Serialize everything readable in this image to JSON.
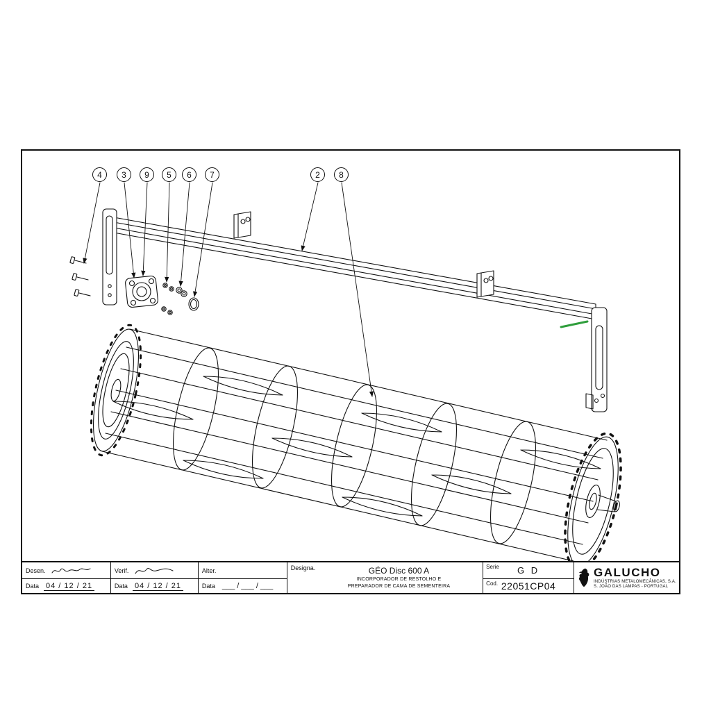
{
  "sheet": {
    "bg": "#ffffff",
    "line_color": "#111111"
  },
  "colors": {
    "highlight_green": "#2f9e3c"
  },
  "callouts": [
    {
      "label": "4"
    },
    {
      "label": "3"
    },
    {
      "label": "9"
    },
    {
      "label": "5"
    },
    {
      "label": "6"
    },
    {
      "label": "7"
    },
    {
      "label": "2"
    },
    {
      "label": "8"
    }
  ],
  "title_block": {
    "desen_label": "Desen.",
    "verif_label": "Verif.",
    "alter_label": "Alter.",
    "data_label": "Data",
    "desen_date": "04 / 12 / 21",
    "verif_date": "04 / 12 / 21",
    "alter_date": "___ / ___ / ___",
    "designa_label": "Designa.",
    "designation_title": "GÉO Disc 600 A",
    "designation_line1": "INCORPORADOR DE RESTOLHO E",
    "designation_line2": "PREPARADOR DE CAMA DE SEMENTEIRA",
    "serie_label": "Serie",
    "serie_value": "G D",
    "cod_label": "Cod.",
    "cod_value": "22051CP04",
    "brand_name": "GALUCHO",
    "brand_line1": "INDÚSTRIAS METALOMECÂNICAS, S.A.",
    "brand_line2": "S. JOÃO DAS LAMPAS - PORTUGAL"
  }
}
